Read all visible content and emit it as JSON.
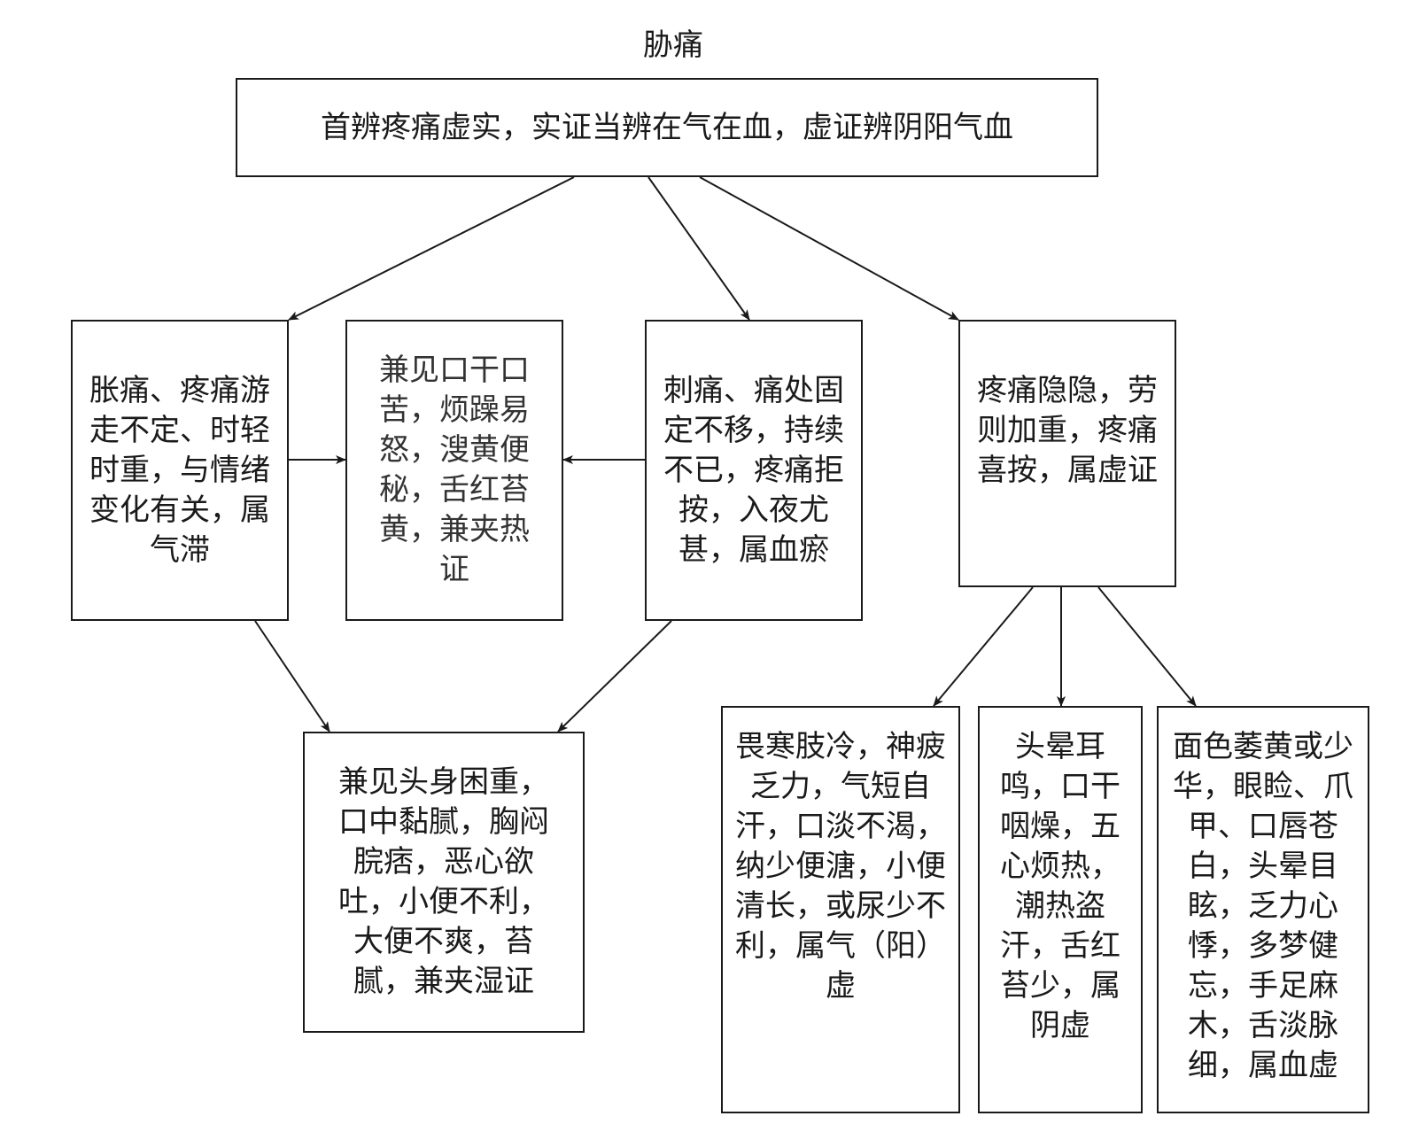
{
  "diagram": {
    "title": "胁痛",
    "nodes": {
      "root": "首辨疼痛虚实，实证当辨在气在血，虚证辨阴阳气血",
      "qi_stagnation": "胀痛、疼痛游走不定、时轻时重，与情绪变化有关，属气滞",
      "heat": "兼见口干口苦，烦躁易怒，溲黄便秘，舌红苔黄，兼夹热证",
      "blood_stasis": "刺痛、痛处固定不移，持续不已，疼痛拒按，入夜尤甚，属血瘀",
      "deficiency": "疼痛隐隐，劳则加重，疼痛喜按，属虚证",
      "dampness": "兼见头身困重，口中黏腻，胸闷脘痞，恶心欲吐，小便不利，大便不爽，苔腻，兼夹湿证",
      "qi_yang_def": "畏寒肢冷，神疲乏力，气短自汗，口淡不渴，纳少便溏，小便清长，或尿少不利，属气（阳）虚",
      "yin_def": "头晕耳鸣，口干咽燥，五心烦热，潮热盗汗，舌红苔少，属阴虚",
      "blood_def": "面色萎黄或少华，眼睑、爪甲、口唇苍白，头晕目眩，乏力心悸，多梦健忘，手足麻木，舌淡脉细，属血虚"
    },
    "edges": [
      {
        "from": "root",
        "to": "qi_stagnation"
      },
      {
        "from": "root",
        "to": "blood_stasis"
      },
      {
        "from": "root",
        "to": "deficiency"
      },
      {
        "from": "qi_stagnation",
        "to": "heat"
      },
      {
        "from": "blood_stasis",
        "to": "heat"
      },
      {
        "from": "qi_stagnation",
        "to": "dampness"
      },
      {
        "from": "blood_stasis",
        "to": "dampness"
      },
      {
        "from": "deficiency",
        "to": "qi_yang_def"
      },
      {
        "from": "deficiency",
        "to": "yin_def"
      },
      {
        "from": "deficiency",
        "to": "blood_def"
      }
    ]
  }
}
